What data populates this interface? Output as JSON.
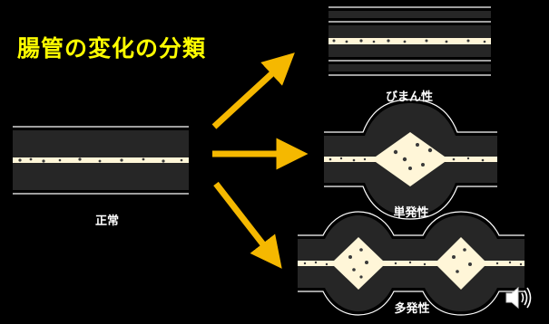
{
  "slide": {
    "title": "腸管の変化の分類",
    "colors": {
      "background": "#000000",
      "title": "#ffff00",
      "arrow": "#f5b800",
      "bowel_wall": "#262626",
      "lumen": "#fff6d8",
      "lines": "#ffffff"
    }
  },
  "diagram": {
    "normal": {
      "label": "正常"
    },
    "diffuse": {
      "label": "びまん性"
    },
    "single": {
      "label": "単発性"
    },
    "multiple": {
      "label": "多発性"
    }
  },
  "controls": {
    "audio": {
      "icon": "speaker-icon"
    }
  }
}
